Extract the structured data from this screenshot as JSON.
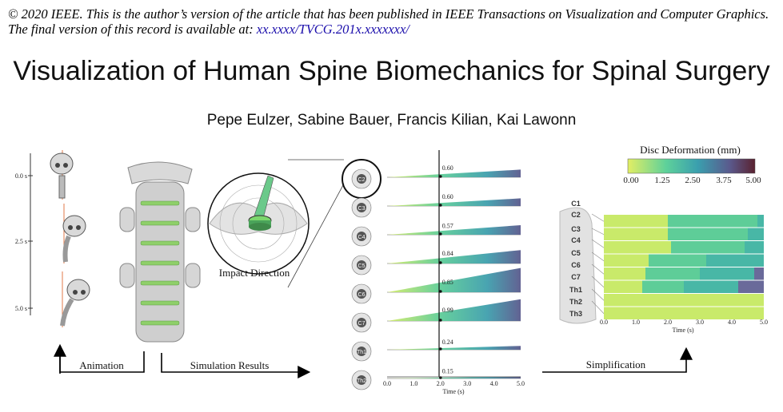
{
  "notice": {
    "text": "© 2020 IEEE. This is the author’s version of the article that has been published in IEEE Transactions on Visualization and Computer Graphics. The final version of this record is available at:",
    "link": "xx.xxxx/TVCG.201x.xxxxxxx/"
  },
  "title": "Visualization of Human Spine Biomechanics for Spinal Surgery",
  "authors": "Pepe Eulzer, Sabine Bauer, Francis Kilian, Kai Lawonn",
  "figure": {
    "time_labels": [
      "0.0 s",
      "2.5 s",
      "5.0 s"
    ],
    "spine_labels": [
      "C1",
      "C2",
      "C3",
      "C4",
      "C5",
      "C6",
      "C7",
      "Th1",
      "Th2",
      "Th3"
    ],
    "impact_label": "Impact Direction",
    "arrow_labels": {
      "animation": "Animation",
      "simulation": "Simulation Results",
      "simplification": "Simplification"
    },
    "disc_labels": [
      "C2",
      "C3",
      "C4",
      "C5",
      "C6",
      "C7",
      "Th1",
      "Th2"
    ],
    "colorbar": {
      "title": "Disc Deformation (mm)",
      "ticks": [
        "0.00",
        "1.25",
        "2.50",
        "3.75",
        "5.00"
      ],
      "colors": [
        "#e2ee64",
        "#5ed19a",
        "#3a9fae",
        "#5a5a8d",
        "#5a2230"
      ]
    }
  },
  "chart_data": [
    {
      "type": "area",
      "title": "",
      "xlabel": "Time (s)",
      "xlim": [
        0.0,
        5.0
      ],
      "xticks": [
        "0.0",
        "1.0",
        "2.0",
        "3.0",
        "4.0",
        "5.0"
      ],
      "marker_time": 2.0,
      "series": [
        {
          "marker_value": "0.60",
          "max_value": 1.2
        },
        {
          "marker_value": "0.60",
          "max_value": 1.2
        },
        {
          "marker_value": "0.57",
          "max_value": 1.5
        },
        {
          "marker_value": "0.84",
          "max_value": 2.1
        },
        {
          "marker_value": "0.85",
          "max_value": 3.8
        },
        {
          "marker_value": "0.99",
          "max_value": 3.4
        },
        {
          "marker_value": "0.24",
          "max_value": 0.6
        },
        {
          "marker_value": "0.15",
          "max_value": 0.3
        }
      ]
    },
    {
      "type": "heatmap",
      "xlabel": "Time (s)",
      "xlim": [
        0.0,
        5.0
      ],
      "xticks": [
        "0.0",
        "1.0",
        "2.0",
        "3.0",
        "4.0",
        "5.0"
      ],
      "rows": [
        "C2",
        "C3",
        "C4",
        "C5",
        "C6",
        "C7",
        "Th1",
        "Th2"
      ],
      "segments": [
        [
          {
            "start": 0.0,
            "color": "#c9ea6a"
          },
          {
            "start": 2.0,
            "color": "#5ecd98"
          },
          {
            "start": 4.8,
            "color": "#48b7a6"
          }
        ],
        [
          {
            "start": 0.0,
            "color": "#c9ea6a"
          },
          {
            "start": 2.0,
            "color": "#5ecd98"
          },
          {
            "start": 4.5,
            "color": "#48b7a6"
          }
        ],
        [
          {
            "start": 0.0,
            "color": "#c9ea6a"
          },
          {
            "start": 2.1,
            "color": "#5ecd98"
          },
          {
            "start": 4.4,
            "color": "#48b7a6"
          }
        ],
        [
          {
            "start": 0.0,
            "color": "#c9ea6a"
          },
          {
            "start": 1.4,
            "color": "#5ecd98"
          },
          {
            "start": 3.2,
            "color": "#48b7a6"
          }
        ],
        [
          {
            "start": 0.0,
            "color": "#c9ea6a"
          },
          {
            "start": 1.3,
            "color": "#5ecd98"
          },
          {
            "start": 3.0,
            "color": "#48b7a6"
          },
          {
            "start": 4.7,
            "color": "#6a6a9a"
          }
        ],
        [
          {
            "start": 0.0,
            "color": "#c9ea6a"
          },
          {
            "start": 1.2,
            "color": "#5ecd98"
          },
          {
            "start": 2.5,
            "color": "#48b7a6"
          },
          {
            "start": 4.2,
            "color": "#6a6a9a"
          }
        ],
        [
          {
            "start": 0.0,
            "color": "#c9ea6a"
          }
        ],
        [
          {
            "start": 0.0,
            "color": "#c9ea6a"
          }
        ]
      ]
    }
  ]
}
